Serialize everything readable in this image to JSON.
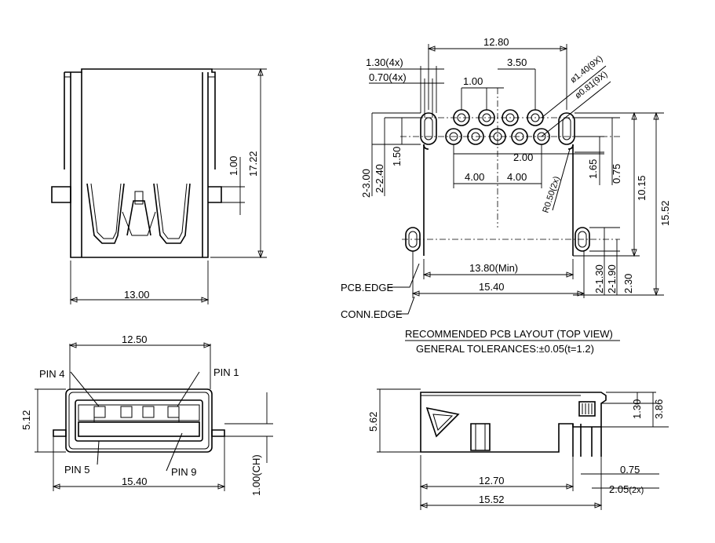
{
  "views": {
    "front": {
      "width": "13.00",
      "height": "17.22",
      "inner": "1.00"
    },
    "bottom": {
      "width_top": "12.50",
      "width_bottom": "15.40",
      "height": "5.12",
      "chamfer": "1.00(CH)",
      "pin4": "PIN 4",
      "pin1": "PIN 1",
      "pin5": "PIN 5",
      "pin9": "PIN 9"
    },
    "pcb": {
      "overall": "12.80",
      "slot_w": "1.30(4x)",
      "slot_w2": "0.70(4x)",
      "pitch_a": "3.50",
      "pitch_b": "1.00",
      "hole_big": "ø1.40(9X)",
      "hole_small": "ø0.81(9X)",
      "pitch_c": "2.00",
      "pitch_d1": "4.00",
      "pitch_d2": "4.00",
      "radius": "R0.50(2x)",
      "v1": "1.50",
      "v2": "2-2.40",
      "v3": "2-3.00",
      "v4": "1.65",
      "v5": "0.75",
      "v6": "10.15",
      "v7": "15.52",
      "v8": "2-1.30",
      "v9": "2-1.90",
      "v10": "2.30",
      "min": "13.80(Min)",
      "width": "15.40",
      "pcb_edge": "PCB.EDGE",
      "conn_edge": "CONN.EDGE",
      "title": "RECOMMENDED  PCB  LAYOUT  (TOP  VIEW)",
      "tolerance": "GENERAL  TOLERANCES:±0.05(t=1.2)"
    },
    "side": {
      "height": "5.62",
      "h1": "1.30",
      "h2": "3.86",
      "w1": "12.70",
      "w2": "15.52",
      "t1": "0.75",
      "t2": "2.05",
      "t2_suffix": "(2x)"
    }
  }
}
